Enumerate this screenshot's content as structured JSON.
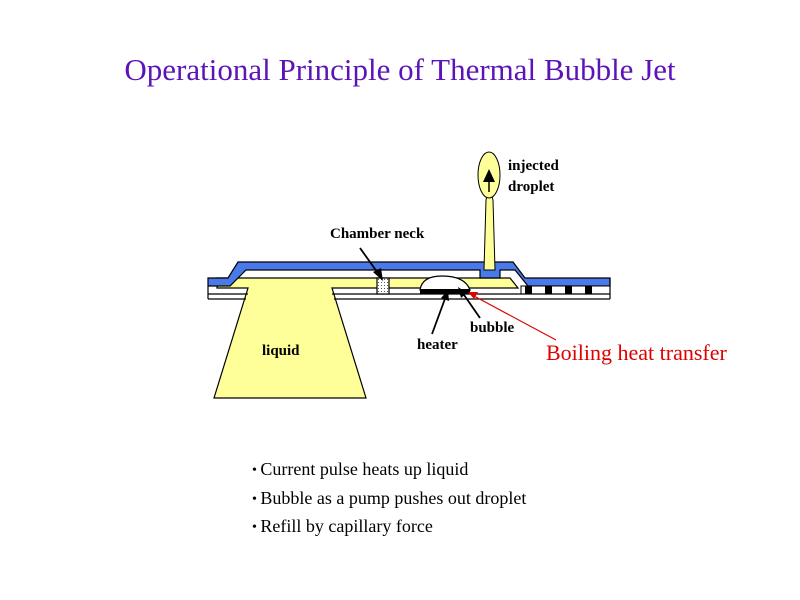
{
  "title": "Operational Principle of Thermal Bubble Jet",
  "labels": {
    "injected_line1": "injected",
    "injected_line2": "droplet",
    "chamber_neck": "Chamber neck",
    "bubble": "bubble",
    "heater": "heater",
    "liquid": "liquid",
    "boiling_heat_transfer": "Boiling heat transfer"
  },
  "bullets": [
    "Current pulse heats up liquid",
    "Bubble as a pump pushes out droplet",
    "Refill by capillary force"
  ],
  "colors": {
    "title": "#5a14b8",
    "cover_plate": "#4a7aea",
    "liquid": "#ffff99",
    "annotation_red": "#e00000"
  }
}
